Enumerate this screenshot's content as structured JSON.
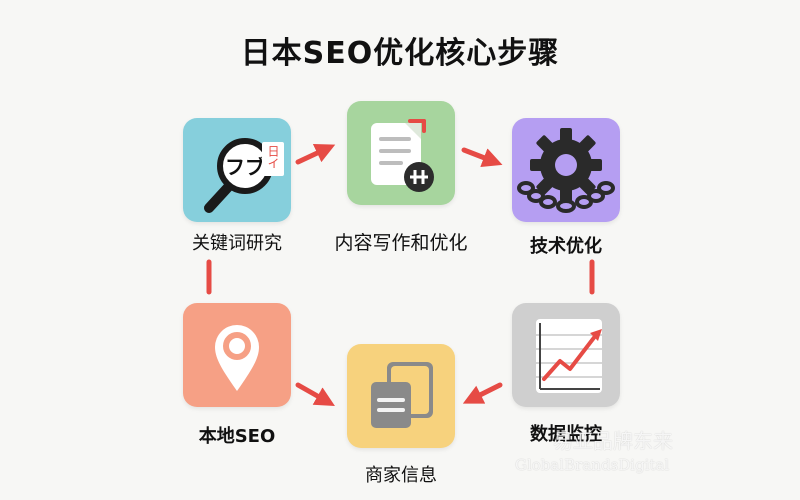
{
  "title": "日本SEO优化核心步骤",
  "steps": {
    "keyword": {
      "label": "关键词研究",
      "icon": "magnifier-katakana-icon",
      "color": "#86cfdc",
      "glyph": "フブ",
      "tag": "日イ"
    },
    "content": {
      "label": "内容写作和优化",
      "icon": "document-edit-icon",
      "color": "#a7d59e"
    },
    "technical": {
      "label": "技术优化",
      "icon": "gear-chain-icon",
      "color": "#b59ef2"
    },
    "monitoring": {
      "label": "数据监控",
      "icon": "line-chart-icon",
      "color": "#cfcfcf"
    },
    "business": {
      "label": "商家信息",
      "icon": "stacked-cards-icon",
      "color": "#f7d27d"
    },
    "local": {
      "label": "本地SEO",
      "icon": "map-pin-icon",
      "color": "#f6a085"
    }
  },
  "accent_color": "#e64b45",
  "watermark": {
    "cn": "易亚品牌东来",
    "en": "GlobalBrandsDigital"
  }
}
